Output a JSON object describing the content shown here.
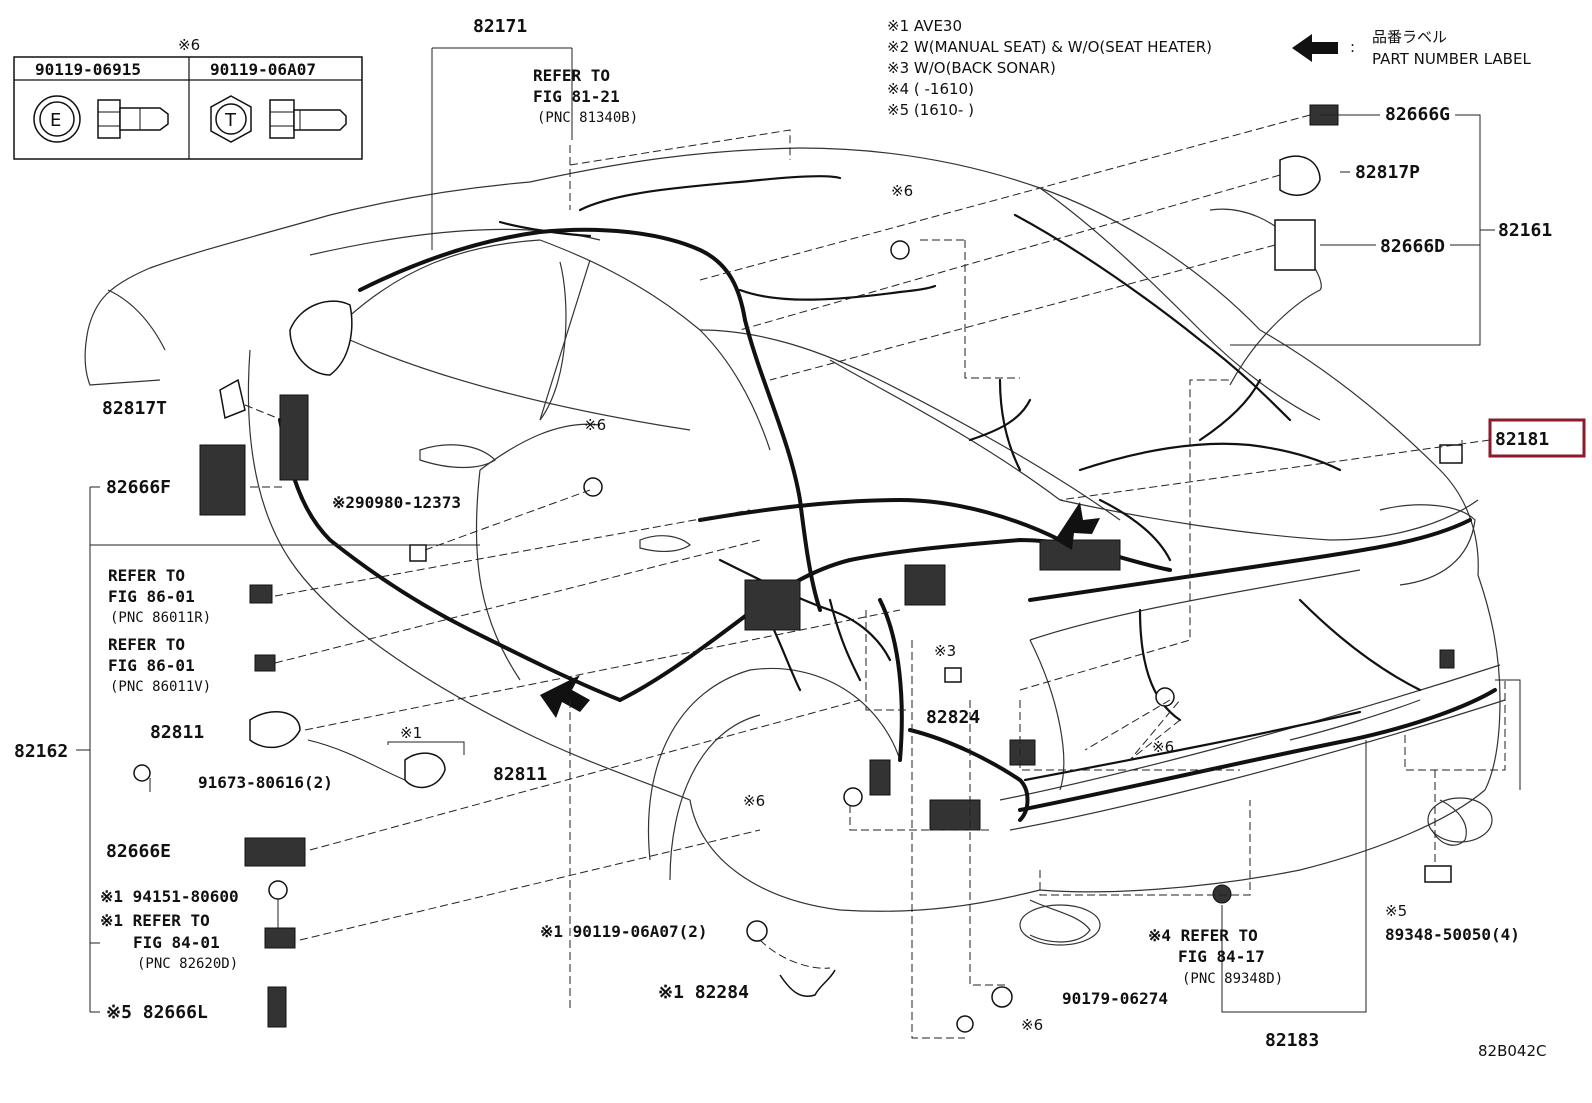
{
  "fastener_table": {
    "header_note": "※6",
    "col1": {
      "part": "90119-06915",
      "symbol": "E"
    },
    "col2": {
      "part": "90119-06A07",
      "symbol": "T"
    }
  },
  "legend": {
    "notes": [
      "※1 AVE30",
      "※2 W(MANUAL SEAT) & W/O(SEAT HEATER)",
      "※3 W/O(BACK SONAR)",
      "※4 (     -1610)",
      "※5 (1610-     )"
    ],
    "label_jp": "品番ラベル",
    "label_en": "PART NUMBER LABEL",
    "label_colon": ":"
  },
  "callouts": {
    "c82171": "82171",
    "ref8121_a": "REFER TO",
    "ref8121_b": "FIG 81-21",
    "ref8121_c": "(PNC 81340B)",
    "c82666G": "82666G",
    "c82817P": "82817P",
    "c82666D": "82666D",
    "c82161": "82161",
    "c82181": "82181",
    "c82817T": "82817T",
    "c82666F": "82666F",
    "n6_top": "※6",
    "n6_mid": "※6",
    "c290980": "※290980-12373",
    "ref8601a_a": "REFER TO",
    "ref8601a_b": "FIG 86-01",
    "ref8601a_c": "(PNC 86011R)",
    "ref8601b_a": "REFER TO",
    "ref8601b_b": "FIG 86-01",
    "ref8601b_c": "(PNC 86011V)",
    "c82162": "82162",
    "c82811a": "82811",
    "n1_a": "※1",
    "c82811b": "82811",
    "c91673": "91673-80616(2)",
    "c82666E": "82666E",
    "c94151": "※1 94151-80600",
    "ref8401_a": "※1 REFER TO",
    "ref8401_b": "FIG 84-01",
    "ref8401_c": "(PNC 82620D)",
    "c82666L": "※5 82666L",
    "n3": "※3",
    "c82824": "82824",
    "n6_left": "※6",
    "n6_right": "※6",
    "c90119": "※1 90119-06A07(2)",
    "c82284": "※1 82284",
    "c90179": "90179-06274",
    "n6_bottom": "※6",
    "ref8417_a": "※4 REFER TO",
    "ref8417_b": "FIG 84-17",
    "ref8417_c": "(PNC 89348D)",
    "c82183": "82183",
    "n5": "※5",
    "c89348": "89348-50050(4)",
    "fig_code": "82B042C"
  },
  "highlight": {
    "target": "82181",
    "color": "#8b1a2b"
  }
}
